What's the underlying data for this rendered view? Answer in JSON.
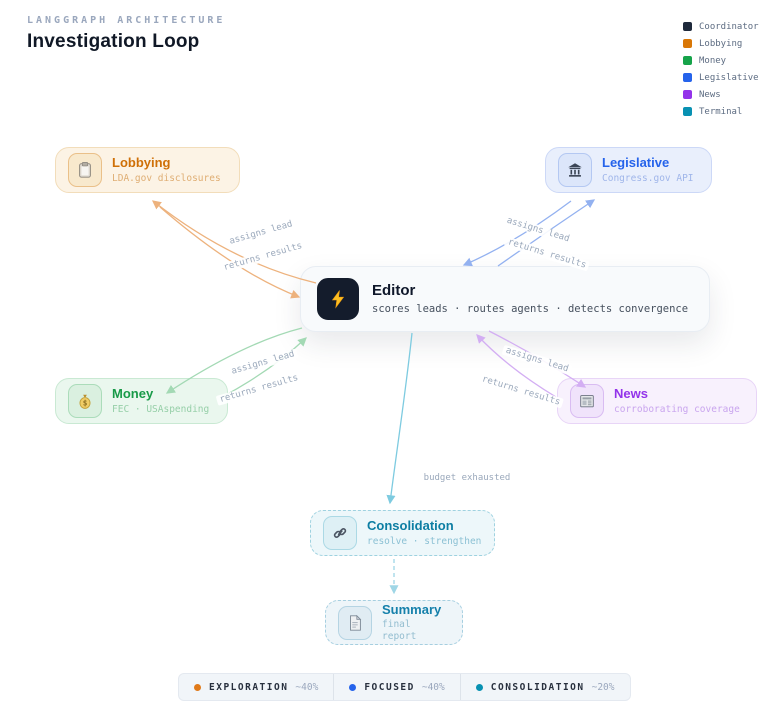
{
  "header": {
    "kicker": "LANGGRAPH ARCHITECTURE",
    "title": "Investigation Loop"
  },
  "legend": {
    "items": [
      {
        "label": "Coordinator",
        "color": "#1e293b"
      },
      {
        "label": "Lobbying",
        "color": "#d97706"
      },
      {
        "label": "Money",
        "color": "#16a34a"
      },
      {
        "label": "Legislative",
        "color": "#2563eb"
      },
      {
        "label": "News",
        "color": "#9333ea"
      },
      {
        "label": "Terminal",
        "color": "#0891b2"
      }
    ]
  },
  "nodes": {
    "editor": {
      "title": "Editor",
      "subtitle": "scores leads · routes agents · detects convergence",
      "icon": "lightning-icon",
      "accent": "#0f172a"
    },
    "lobbying": {
      "title": "Lobbying",
      "subtitle": "LDA.gov disclosures",
      "icon": "clipboard-icon",
      "accent": "#cf7007"
    },
    "legislative": {
      "title": "Legislative",
      "subtitle": "Congress.gov API",
      "icon": "bank-icon",
      "accent": "#2563eb"
    },
    "money": {
      "title": "Money",
      "subtitle": "FEC · USAspending",
      "icon": "money-bag-icon",
      "accent": "#189a48"
    },
    "news": {
      "title": "News",
      "subtitle": "corroborating coverage",
      "icon": "newspaper-icon",
      "accent": "#9333ea"
    },
    "consolidation": {
      "title": "Consolidation",
      "subtitle": "resolve · strengthen",
      "icon": "link-icon",
      "accent": "#0d7ea3"
    },
    "summary": {
      "title": "Summary",
      "subtitle": "final report",
      "icon": "page-icon",
      "accent": "#1580ab"
    }
  },
  "edges": {
    "lobbying": {
      "assigns": "assigns lead",
      "returns": "returns results",
      "color": "#edb27d"
    },
    "legislative": {
      "assigns": "assigns lead",
      "returns": "returns results",
      "color": "#93b1f0"
    },
    "money": {
      "assigns": "assigns lead",
      "returns": "returns results",
      "color": "#a3d9b4"
    },
    "news": {
      "assigns": "assigns lead",
      "returns": "returns results",
      "color": "#d3aef3"
    },
    "consolidation": {
      "label": "budget exhausted",
      "color": "#7ecbe0"
    },
    "summary": {
      "color": "#9fd6e6"
    }
  },
  "footer": {
    "stats": [
      {
        "label": "EXPLORATION",
        "value": "~40%",
        "color": "#e07a1a"
      },
      {
        "label": "FOCUSED",
        "value": "~40%",
        "color": "#2563eb"
      },
      {
        "label": "CONSOLIDATION",
        "value": "~20%",
        "color": "#0891b2"
      }
    ]
  }
}
